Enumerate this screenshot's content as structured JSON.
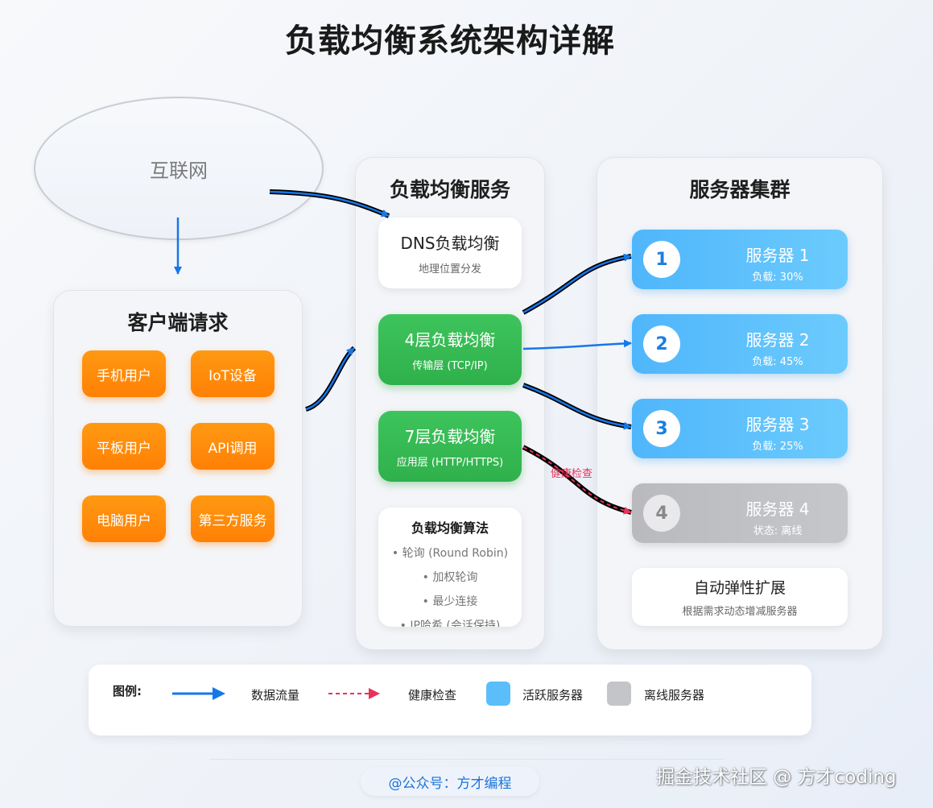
{
  "title": "负载均衡系统架构详解",
  "internet": {
    "label": "互联网"
  },
  "client": {
    "title": "客户端请求",
    "items": [
      "手机用户",
      "IoT设备",
      "平板用户",
      "API调用",
      "电脑用户",
      "第三方服务"
    ]
  },
  "lb": {
    "title": "负载均衡服务",
    "dns": {
      "main": "DNS负载均衡",
      "sub": "地理位置分发"
    },
    "l4": {
      "main": "4层负载均衡",
      "sub": "传输层 (TCP/IP)"
    },
    "l7": {
      "main": "7层负载均衡",
      "sub": "应用层 (HTTP/HTTPS)"
    },
    "algo": {
      "title": "负载均衡算法",
      "items": [
        "• 轮询 (Round Robin)",
        "• 加权轮询",
        "• 最少连接",
        "• IP哈希 (会话保持)"
      ]
    }
  },
  "servers": {
    "title": "服务器集群",
    "items": [
      {
        "num": "1",
        "name": "服务器 1",
        "load": "负载: 30%",
        "status": "active"
      },
      {
        "num": "2",
        "name": "服务器 2",
        "load": "负载: 45%",
        "status": "active"
      },
      {
        "num": "3",
        "name": "服务器 3",
        "load": "负载: 25%",
        "status": "active"
      },
      {
        "num": "4",
        "name": "服务器 4",
        "load": "状态: 离线",
        "status": "offline"
      }
    ],
    "autoscale": {
      "title": "自动弹性扩展",
      "sub": "根据需求动态增减服务器"
    }
  },
  "health_check_label": "健康检查",
  "legend": {
    "label": "图例:",
    "data_flow": "数据流量",
    "health_check": "健康检查",
    "active": "活跃服务器",
    "offline": "离线服务器"
  },
  "colors": {
    "flow": "#1677e8",
    "health": "#e8335a",
    "active": "#5bbefb",
    "offline": "#c4c5c9",
    "client": "#ff8c0a",
    "lb_green": "#36b853"
  },
  "footer": "@公众号：方才编程",
  "watermark": "掘金技术社区 @ 方才coding"
}
